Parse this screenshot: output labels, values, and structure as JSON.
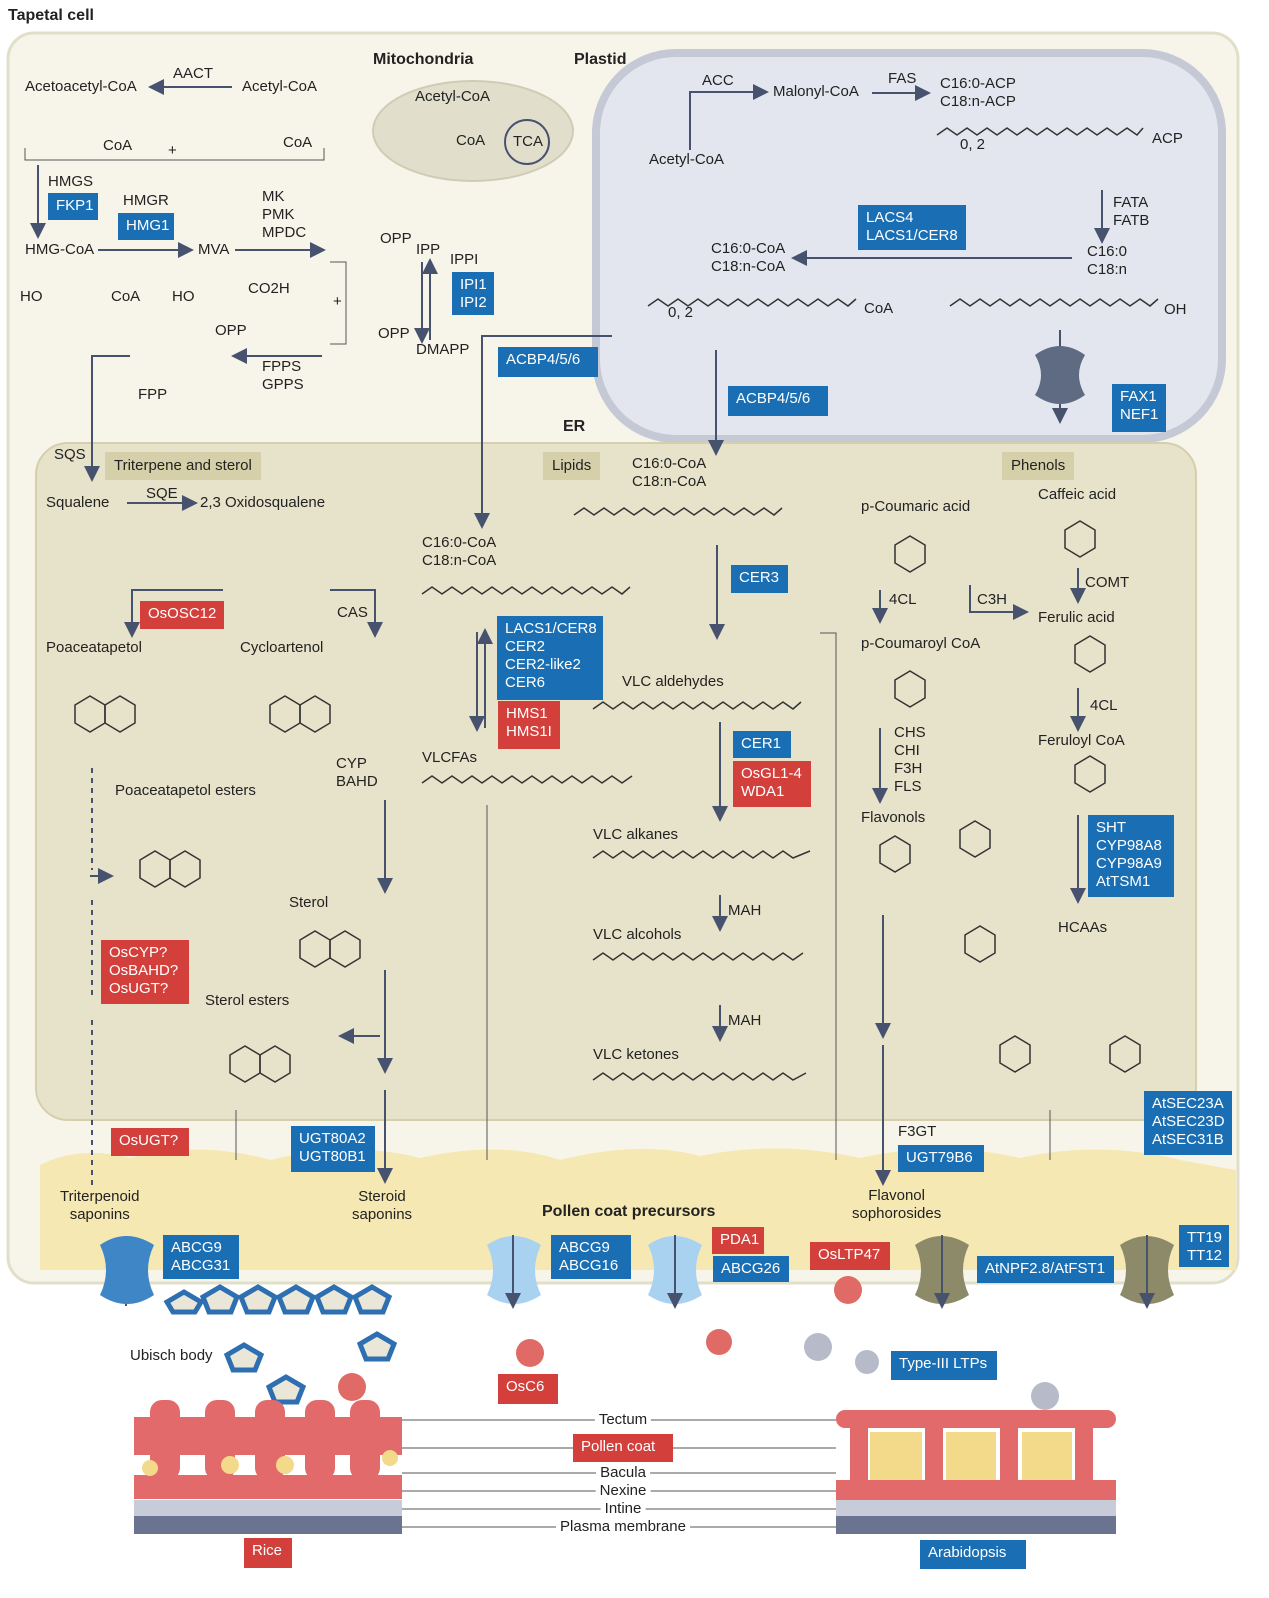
{
  "title": "Tapetal cell",
  "compartments": {
    "mitochondria": "Mitochondria",
    "plastid": "Plastid",
    "er": "ER"
  },
  "sections": {
    "triterpene": "Triterpene and sterol",
    "lipids": "Lipids",
    "phenols": "Phenols",
    "pollen_coat": "Pollen coat precursors"
  },
  "mevalonate": {
    "acetoacetyl_coa": "Acetoacetyl-CoA",
    "aact": "AACT",
    "acetyl_coa": "Acetyl-CoA",
    "plus1": "+",
    "hmgs": "HMGS",
    "hmgr": "HMGR",
    "hmg_coa": "HMG-CoA",
    "mva": "MVA",
    "mk_pmk_mpdc": "MK\nPMK\nMPDC",
    "ipp": "IPP",
    "ippi": "IPPI",
    "dmapp": "DMAPP",
    "plus2": "+",
    "fpps_gpps": "FPPS\nGPPS",
    "fpp": "FPP",
    "opp1": "OPP",
    "opp2": "OPP",
    "opp3": "OPP",
    "coa1": "CoA",
    "coa2": "CoA",
    "coa3": "CoA",
    "co2h": "CO2H",
    "ho1": "HO",
    "ho2": "HO"
  },
  "mitochondria": {
    "acetyl_coa": "Acetyl-CoA",
    "tca": "TCA",
    "coa": "CoA"
  },
  "plastid": {
    "acc": "ACC",
    "malonyl_coa": "Malonyl-CoA",
    "fas": "FAS",
    "acp": "C16:0-ACP\nC18:n-ACP",
    "acetyl_coa": "Acetyl-CoA",
    "fata_fatb": "FATA\nFATB",
    "c16_c18": "C16:0\nC18:n",
    "acyl_coa": "C16:0-CoA\nC18:n-CoA",
    "n02a": "0, 2",
    "n02b": "0, 2",
    "acp_end": "ACP",
    "coa_end": "CoA",
    "oh_end": "OH"
  },
  "triterpene": {
    "sqs": "SQS",
    "squalene": "Squalene",
    "sqe": "SQE",
    "oxidosqualene": "2,3 Oxidosqualene",
    "poaceatapetol": "Poaceatapetol",
    "cycloartenol": "Cycloartenol",
    "cas": "CAS",
    "poaceatapetol_esters": "Poaceatapetol esters",
    "cyp_bahd": "CYP\nBAHD",
    "sterol": "Sterol",
    "sterol_esters": "Sterol esters"
  },
  "lipids": {
    "acyl_coa_er": "C16:0-CoA\nC18:n-CoA",
    "acyl_coa_left": "C16:0-CoA\nC18:n-CoA",
    "vlc_aldehydes": "VLC aldehydes",
    "vlcfas": "VLCFAs",
    "vlc_alkanes": "VLC alkanes",
    "mah1": "MAH",
    "vlc_alcohols": "VLC alcohols",
    "mah2": "MAH",
    "vlc_ketones": "VLC ketones"
  },
  "phenols": {
    "p_coumaric_acid": "p-Coumaric acid",
    "caffeic_acid": "Caffeic acid",
    "comt": "COMT",
    "cl4a": "4CL",
    "c3h": "C3H",
    "ferulic_acid": "Ferulic acid",
    "p_coumaroyl_coa": "p-Coumaroyl CoA",
    "cl4b": "4CL",
    "feruloyl_coa": "Feruloyl CoA",
    "chs_chi_f3h_fls": "CHS\nCHI\nF3H\nFLS",
    "flavonols": "Flavonols",
    "hcaas": "HCAAs",
    "f3gt": "F3GT"
  },
  "products": {
    "triterpenoid_saponins": "Triterpenoid\nsaponins",
    "steroid_saponins": "Steroid\nsaponins",
    "flavonol_sophorosides": "Flavonol\nsophorosides",
    "ubisch_body": "Ubisch body"
  },
  "genes_blue": {
    "fkp1": "FKP1",
    "hmg1": "HMG1",
    "ipi": "IPI1\nIPI2",
    "acbp_a": "ACBP4/5/6",
    "acbp_b": "ACBP4/5/6",
    "lacs4": "LACS4\nLACS1/CER8",
    "fax1": "FAX1\nNEF1",
    "cer3": "CER3",
    "lacs1_group": "LACS1/CER8\nCER2\nCER2-like2\nCER6",
    "cer1": "CER1",
    "sht_group": "SHT\nCYP98A8\nCYP98A9\nAtTSM1",
    "ugt80": "UGT80A2\nUGT80B1",
    "ugt79b6": "UGT79B6",
    "atsec": "AtSEC23A\nAtSEC23D\nAtSEC31B",
    "abcg9_31": "ABCG9\nABCG31",
    "abcg9_16": "ABCG9\nABCG16",
    "abcg26": "ABCG26",
    "atnpf": "AtNPF2.8/AtFST1",
    "tt19": "TT19\nTT12",
    "type3_ltps": "Type-III LTPs",
    "arabidopsis": "Arabidopsis"
  },
  "genes_red": {
    "ososc12": "OsOSC12",
    "hms1": "HMS1\nHMS1I",
    "osgl1": "OsGL1-4\nWDA1",
    "oscyp": "OsCYP?\nOsBAHD?\nOsUGT?",
    "osugt": "OsUGT?",
    "pda1": "PDA1",
    "osltp47": "OsLTP47",
    "osc6": "OsC6",
    "pollen_coat": "Pollen coat",
    "rice": "Rice"
  },
  "wall_layers": {
    "tectum": "Tectum",
    "bacula": "Bacula",
    "nexine": "Nexine",
    "intine": "Intine",
    "plasma_membrane": "Plasma membrane"
  },
  "colors": {
    "blue": "#1a6fb4",
    "red": "#d33f3b",
    "cell": "#f7f5ea",
    "plastid": "#e3e6ee",
    "er": "#e7e3ca",
    "pollen_coat": "#f6e8b2",
    "exine": "#e36a6a",
    "arrow": "#46526e"
  }
}
